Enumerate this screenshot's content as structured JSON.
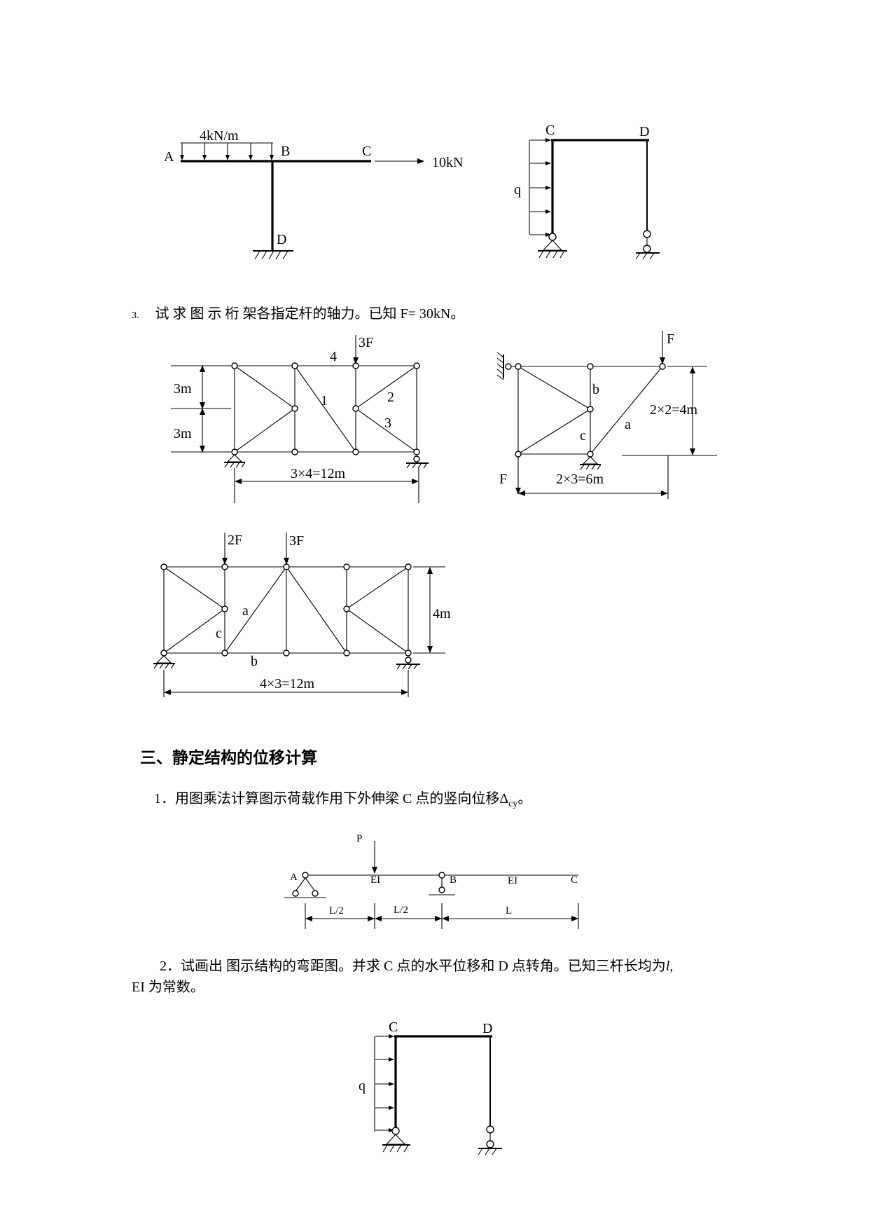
{
  "fig1": {
    "load": "4kN/m",
    "A": "A",
    "B": "B",
    "C": "C",
    "D": "D",
    "force": "10kN"
  },
  "fig2": {
    "C": "C",
    "D": "D",
    "q": "q"
  },
  "q3": {
    "number": "3.",
    "text": "试 求 图 示 桁 架各指定杆的轴力。已知 F= 30kN。"
  },
  "truss1": {
    "load": "3F",
    "bar4": "4",
    "bar1": "1",
    "bar2": "2",
    "bar3": "3",
    "dim_top": "3m",
    "dim_bottom": "3m",
    "span": "3×4=12m"
  },
  "truss2": {
    "load_top": "F",
    "load_bottom": "F",
    "bar_a": "a",
    "bar_b": "b",
    "bar_c": "c",
    "height": "2×2=4m",
    "span": "2×3=6m"
  },
  "truss3": {
    "load1": "2F",
    "load2": "3F",
    "bar_a": "a",
    "bar_b": "b",
    "bar_c": "c",
    "height": "4m",
    "span": "4×3=12m"
  },
  "section": {
    "title": "三、静定结构的位移计算"
  },
  "p1": {
    "text": "1．用图乘法计算图示荷载作用下外伸梁 C 点的竖向位移Δ",
    "subscript": "cy",
    "end": "。"
  },
  "beam": {
    "P": "P",
    "A": "A",
    "B": "B",
    "C": "C",
    "EI1": "EI",
    "EI2": "EI",
    "seg1": "L/2",
    "seg2": "L/2",
    "seg3": "L"
  },
  "p2": {
    "line1": "2．试画出  图示结构的弯距图。并求 C 点的水平位移和 D 点转角。已知三杆长均为",
    "l": "l",
    "comma": ",",
    "line2": "EI 为常数。"
  },
  "fig3": {
    "C": "C",
    "D": "D",
    "q": "q"
  }
}
